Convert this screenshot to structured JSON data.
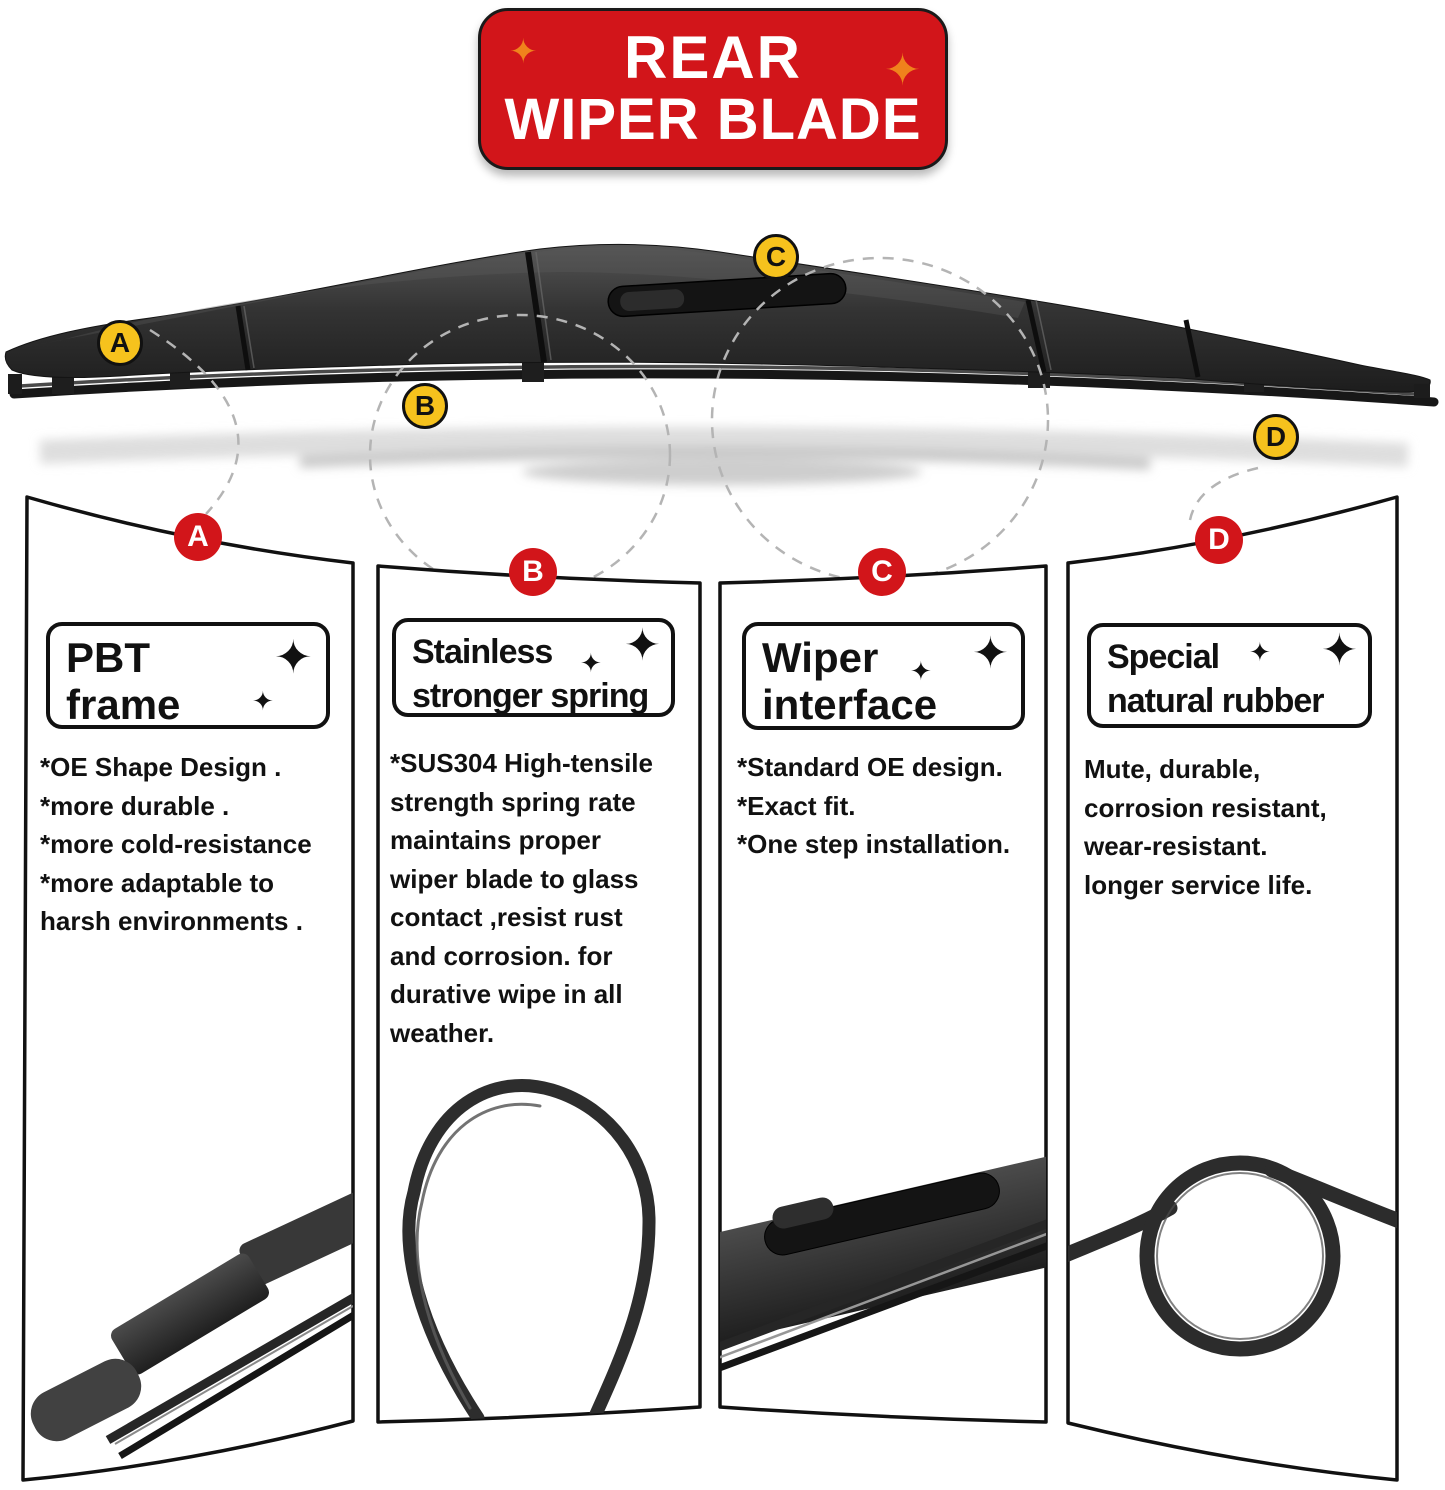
{
  "banner": {
    "line1": "REAR",
    "line2": "WIPER BLADE"
  },
  "icons": {
    "sparkle": "✦"
  },
  "colors": {
    "banner_red": "#d2151a",
    "badge_red": "#d2151a",
    "label_yellow": "#f6c21d",
    "sparkle_orange": "#f0821c",
    "text_black": "#111111",
    "blade_dark": "#2b2b2b"
  },
  "blade_labels": [
    {
      "letter": "A"
    },
    {
      "letter": "B"
    },
    {
      "letter": "C"
    },
    {
      "letter": "D"
    }
  ],
  "panels": [
    {
      "letter": "A",
      "title_lines": [
        "PBT",
        "frame"
      ],
      "desc_lines": [
        "*OE Shape Design .",
        "*more durable .",
        "*more cold-resistance",
        "*more adaptable to",
        "harsh environments ."
      ],
      "image": "wiper-frame-end-photo"
    },
    {
      "letter": "B",
      "title_lines": [
        "Stainless",
        "stronger spring"
      ],
      "desc_lines": [
        "*SUS304 High-tensile",
        "strength spring rate",
        "maintains proper",
        "wiper blade to glass",
        "contact ,resist rust",
        "and corrosion. for",
        "durative wipe in all",
        "weather."
      ],
      "image": "spring-steel-band-photo"
    },
    {
      "letter": "C",
      "title_lines": [
        "Wiper",
        "interface"
      ],
      "desc_lines": [
        "*Standard OE design.",
        "*Exact fit.",
        "*One step installation."
      ],
      "image": "wiper-interface-photo"
    },
    {
      "letter": "D",
      "title_lines": [
        "Special",
        "natural rubber"
      ],
      "desc_lines": [
        "Mute, durable,",
        "corrosion resistant,",
        "wear-resistant.",
        "longer service life."
      ],
      "image": "rubber-strip-coil-photo"
    }
  ]
}
